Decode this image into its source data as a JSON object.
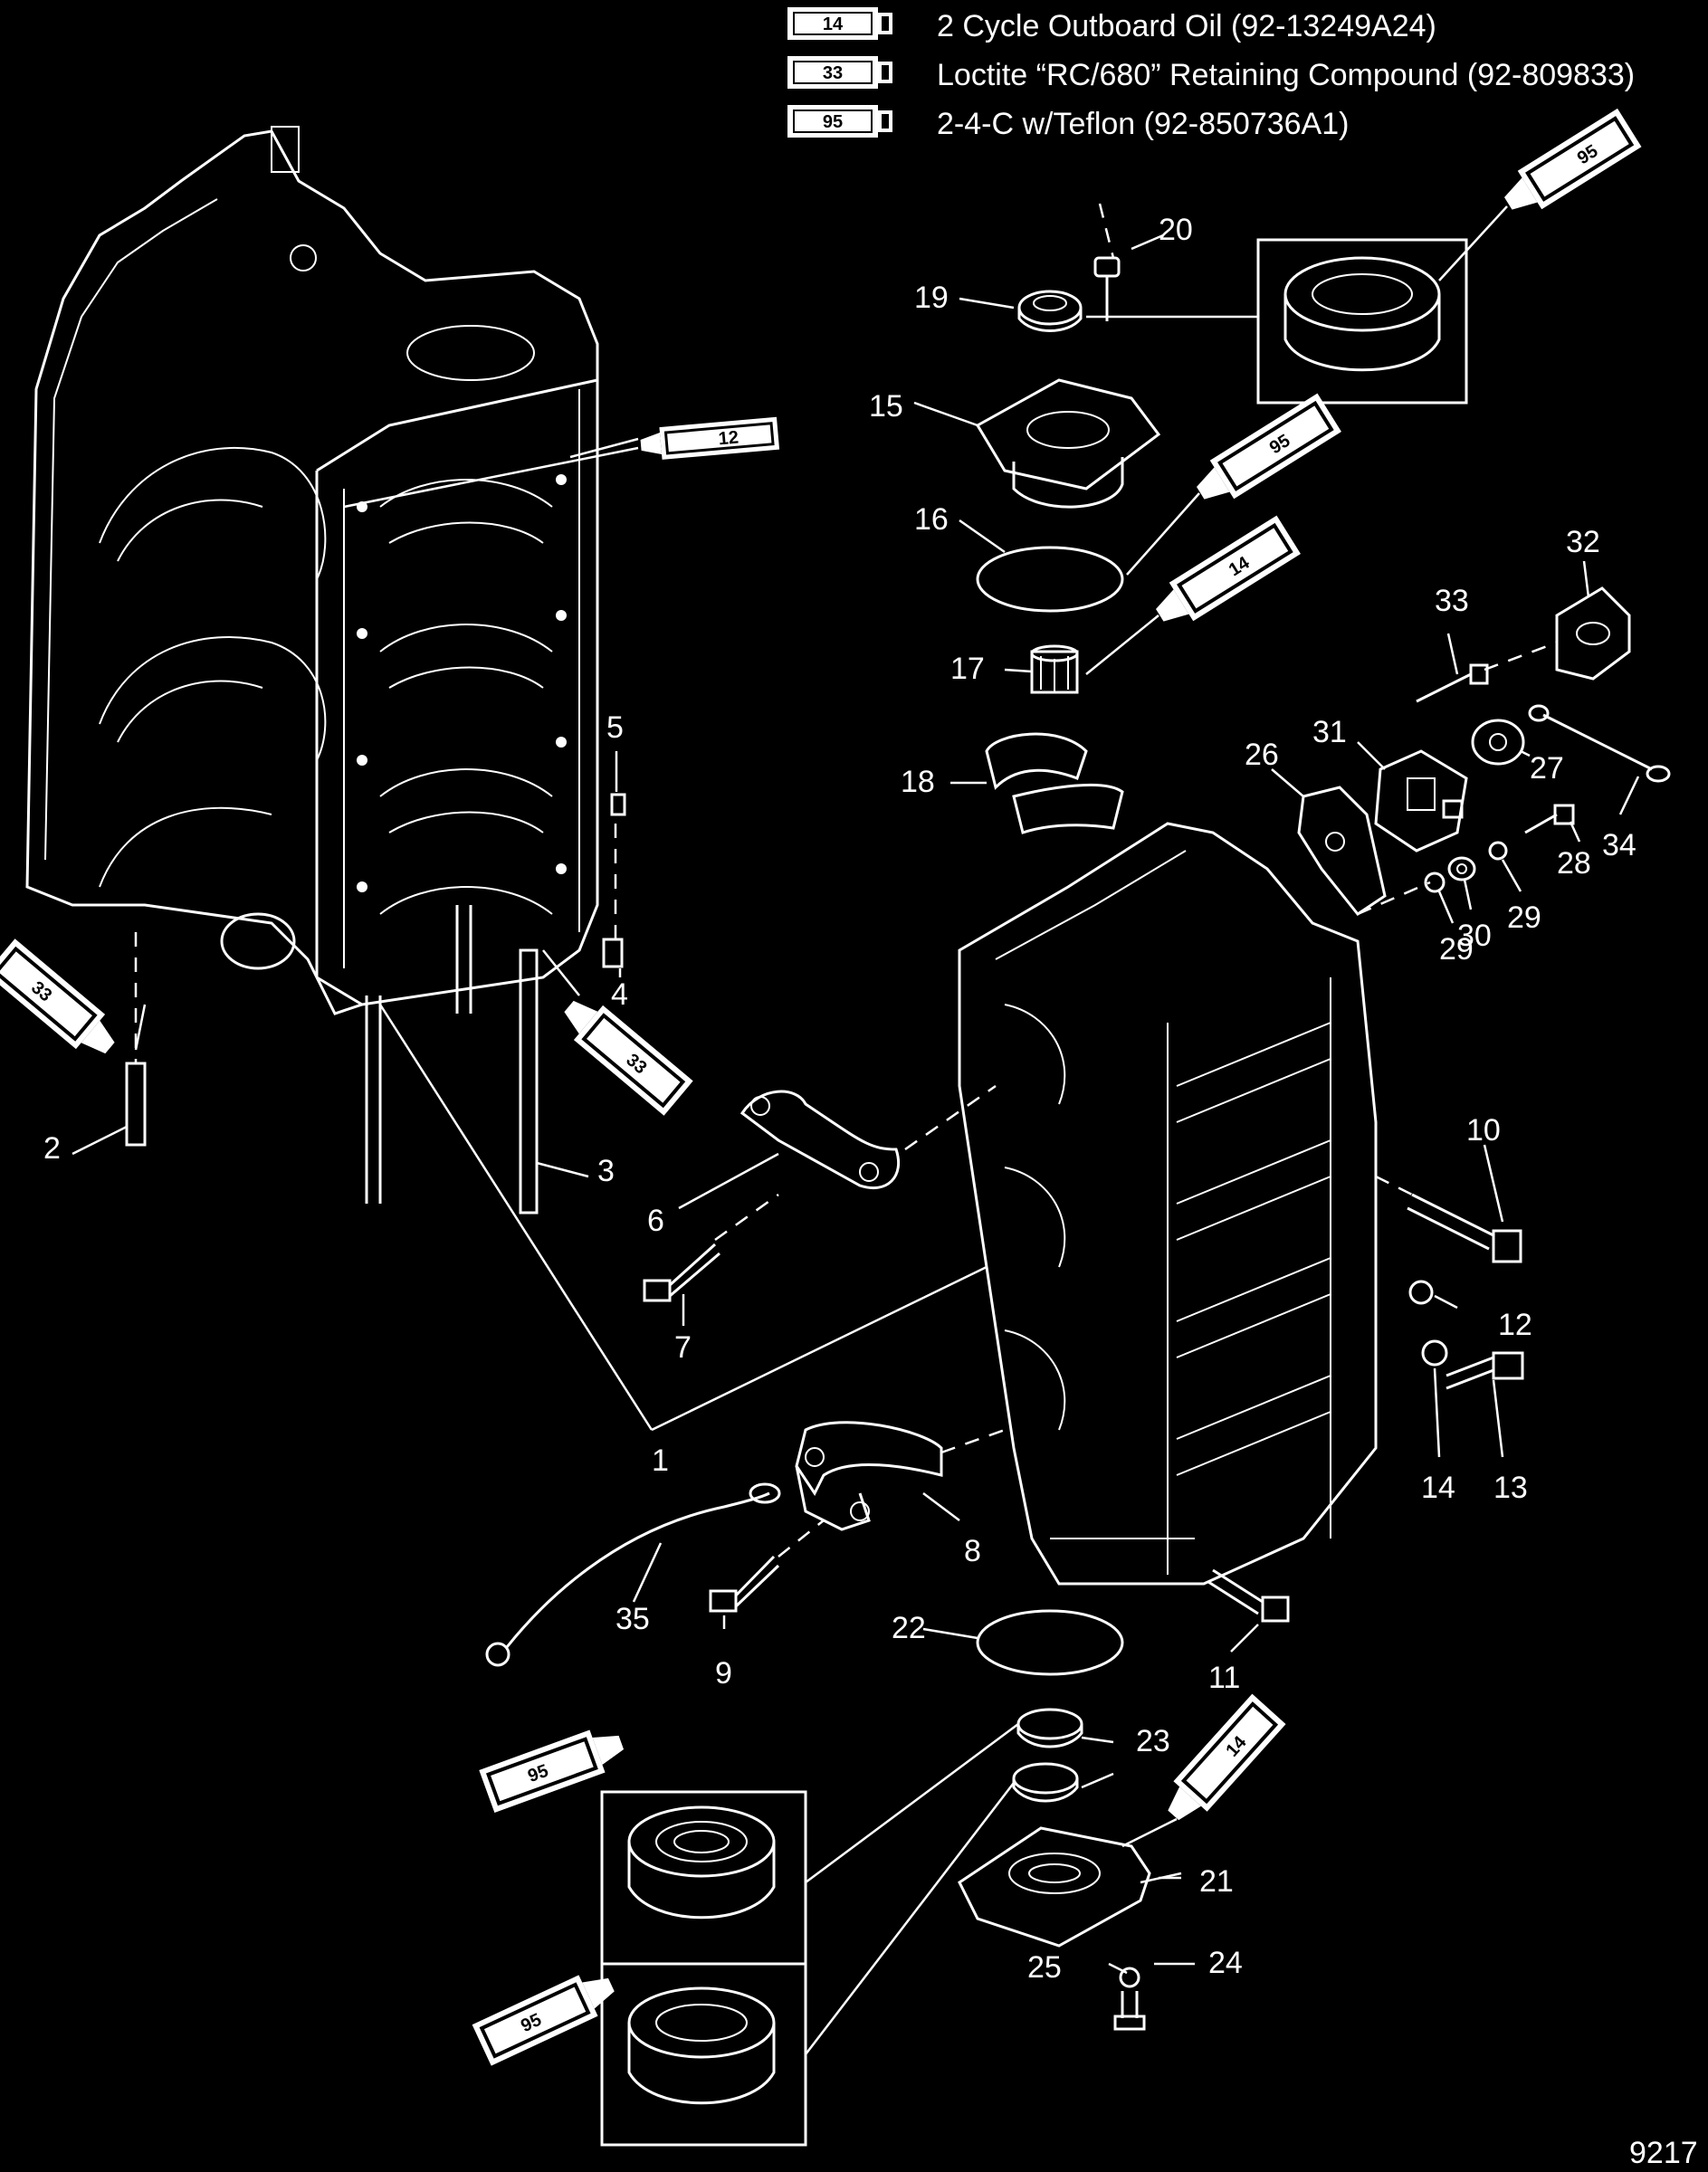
{
  "legend": [
    {
      "code": "14",
      "text": "2 Cycle Outboard Oil (92-13249A24)"
    },
    {
      "code": "33",
      "text": "Loctite “RC/680” Retaining Compound (92-809833)"
    },
    {
      "code": "95",
      "text": "2-4-C w/Teflon (92-850736A1)"
    }
  ],
  "tubes": {
    "t95_top": "95",
    "t12": "12",
    "t95_16": "95",
    "t14_17": "14",
    "t33_left": "33",
    "t33_bolt": "33",
    "t95_bottom1": "95",
    "t95_bottom2": "95",
    "t14_bottom": "14"
  },
  "labels": {
    "n1": "1",
    "n2": "2",
    "n3": "3",
    "n4": "4",
    "n5": "5",
    "n6": "6",
    "n7": "7",
    "n8": "8",
    "n9": "9",
    "n10": "10",
    "n11": "11",
    "n12": "12",
    "n13": "13",
    "n14": "14",
    "n15": "15",
    "n16": "16",
    "n17": "17",
    "n18": "18",
    "n19": "19",
    "n20": "20",
    "n21": "21",
    "n22": "22",
    "n23": "23",
    "n24": "24",
    "n25": "25",
    "n26": "26",
    "n27": "27",
    "n28": "28",
    "n29a": "29",
    "n29b": "29",
    "n30": "30",
    "n31": "31",
    "n32": "32",
    "n33": "33",
    "n34": "34",
    "n35": "35"
  },
  "figure_number": "9217"
}
